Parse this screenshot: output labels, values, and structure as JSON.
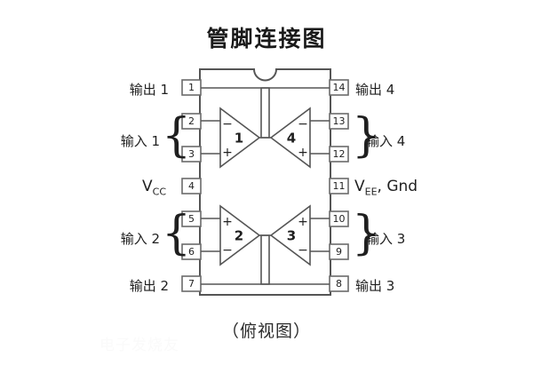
{
  "title": "管脚连接图",
  "caption": "（俯视图）",
  "watermark": "电子发烧友",
  "colors": {
    "background": "#ffffff",
    "outline": "#555555",
    "pin_box_stroke": "#6b6b6b",
    "text": "#1f1f1f",
    "title": "#1a1a1a"
  },
  "package": {
    "type": "DIP-14 quad operational amplifier",
    "notch": "top-center-semicircle",
    "pin_count": 14
  },
  "amplifiers": [
    {
      "id": "amp-1",
      "number": "1",
      "orientation": "right",
      "top_sign": "−",
      "bottom_sign": "+",
      "inputs": [
        "2",
        "3"
      ],
      "output": "1"
    },
    {
      "id": "amp-2",
      "number": "2",
      "orientation": "right",
      "top_sign": "+",
      "bottom_sign": "−",
      "inputs": [
        "5",
        "6"
      ],
      "output": "7"
    },
    {
      "id": "amp-3",
      "number": "3",
      "orientation": "left",
      "top_sign": "+",
      "bottom_sign": "−",
      "inputs": [
        "10",
        "9"
      ],
      "output": "8"
    },
    {
      "id": "amp-4",
      "number": "4",
      "orientation": "left",
      "top_sign": "−",
      "bottom_sign": "+",
      "inputs": [
        "13",
        "12"
      ],
      "output": "14"
    }
  ],
  "pins_left": [
    {
      "number": "1",
      "label": "输出 1",
      "kind": "output",
      "braced": false
    },
    {
      "number": "2",
      "label": "输入 1",
      "kind": "input",
      "braced": true
    },
    {
      "number": "3",
      "label": "",
      "kind": "input",
      "braced": true
    },
    {
      "number": "4",
      "label": "VCC",
      "kind": "supply",
      "braced": false
    },
    {
      "number": "5",
      "label": "输入 2",
      "kind": "input",
      "braced": true
    },
    {
      "number": "6",
      "label": "",
      "kind": "input",
      "braced": true
    },
    {
      "number": "7",
      "label": "输出 2",
      "kind": "output",
      "braced": false
    }
  ],
  "pins_right": [
    {
      "number": "14",
      "label": "输出 4",
      "kind": "output",
      "braced": false
    },
    {
      "number": "13",
      "label": "输入 4",
      "kind": "input",
      "braced": true
    },
    {
      "number": "12",
      "label": "",
      "kind": "input",
      "braced": true
    },
    {
      "number": "11",
      "label": "VEE, Gnd",
      "kind": "supply",
      "braced": false
    },
    {
      "number": "10",
      "label": "输入 3",
      "kind": "input",
      "braced": true
    },
    {
      "number": "9",
      "label": "",
      "kind": "input",
      "braced": true
    },
    {
      "number": "8",
      "label": "输出 3",
      "kind": "output",
      "braced": false
    }
  ],
  "labels": {
    "out1": "输出 1",
    "in1": "输入 1",
    "vcc_main": "V",
    "vcc_sub": "CC",
    "in2": "输入 2",
    "out2": "输出 2",
    "out4": "输出 4",
    "in4": "输入 4",
    "vee_main": "V",
    "vee_sub": "EE",
    "vee_rest": ", Gnd",
    "in3": "输入 3",
    "out3": "输出 3",
    "brace_left": "{",
    "brace_right": "}"
  },
  "pin_numbers": {
    "p1": "1",
    "p2": "2",
    "p3": "3",
    "p4": "4",
    "p5": "5",
    "p6": "6",
    "p7": "7",
    "p8": "8",
    "p9": "9",
    "p10": "10",
    "p11": "11",
    "p12": "12",
    "p13": "13",
    "p14": "14"
  },
  "amp_glyphs": {
    "a1_num": "1",
    "a1_top": "−",
    "a1_bot": "+",
    "a2_num": "2",
    "a2_top": "+",
    "a2_bot": "−",
    "a3_num": "3",
    "a3_top": "+",
    "a3_bot": "−",
    "a4_num": "4",
    "a4_top": "−",
    "a4_bot": "+"
  }
}
